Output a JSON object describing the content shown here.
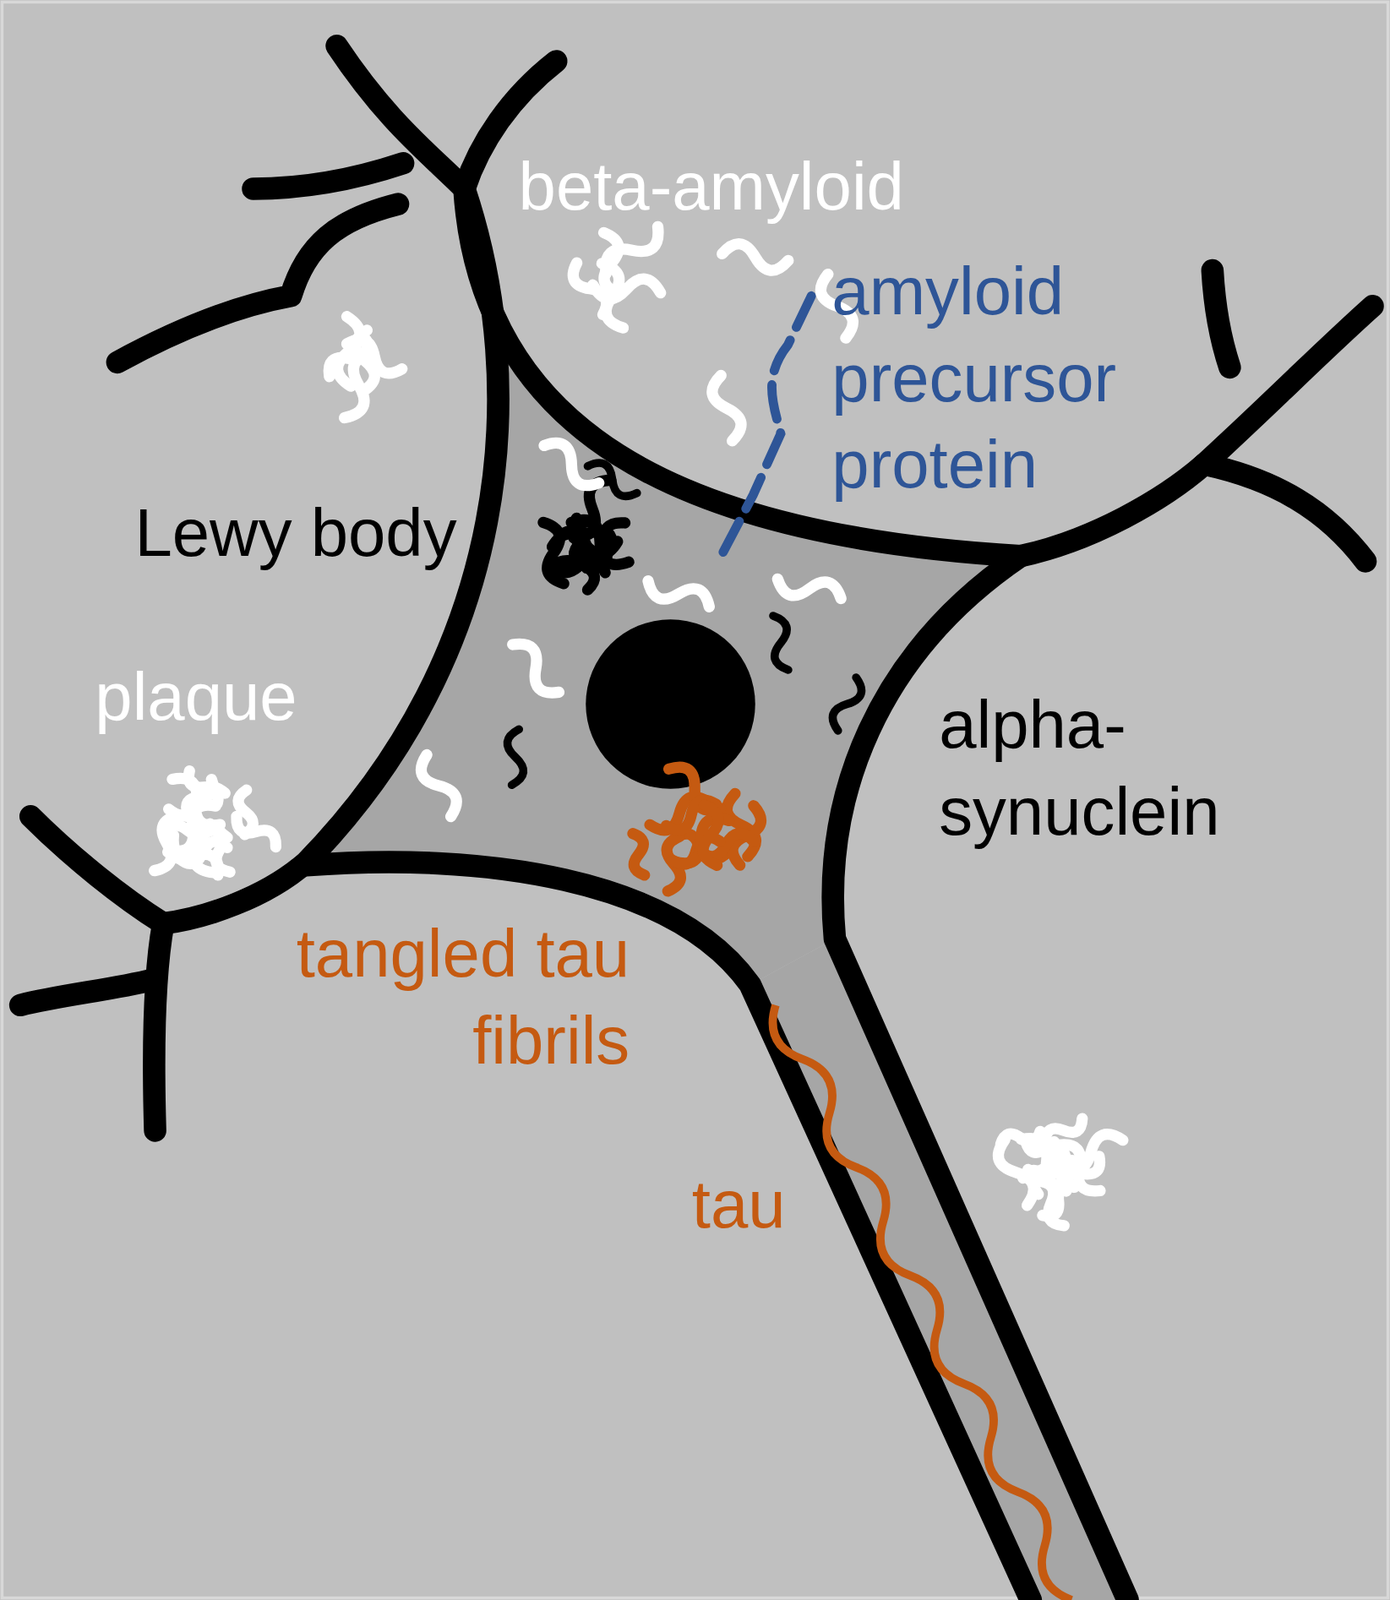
{
  "diagram": {
    "labels": [
      "beta-amyloid",
      "amyloid precursor protein",
      "Lewy body",
      "plaque",
      "alpha-synuclein",
      "tangled tau fibrils",
      "tau"
    ]
  }
}
